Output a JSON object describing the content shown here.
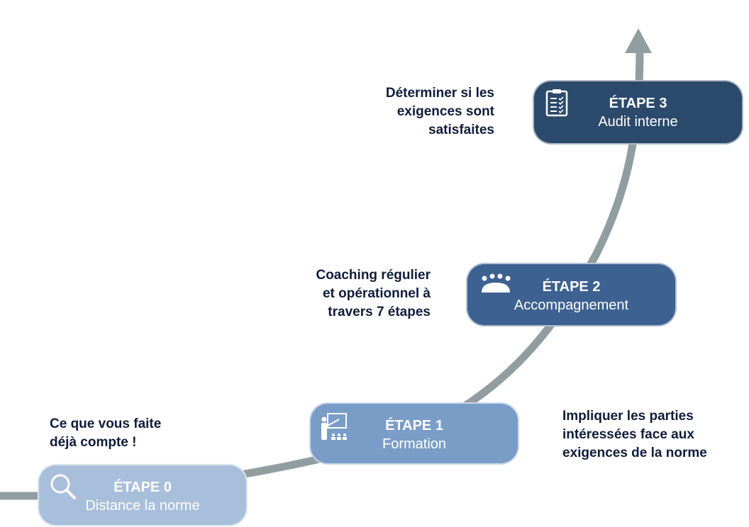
{
  "colors": {
    "path": "#919ea1",
    "step0": "#a8bfdb",
    "step1": "#7a9dc8",
    "step2": "#3d6190",
    "step3": "#2b4a6c",
    "text_dark": "#101c3a"
  },
  "steps": [
    {
      "title": "ÉTAPE 0",
      "subtitle": "Distance la norme",
      "icon": "search-icon",
      "description": [
        "Ce que vous faite",
        "déjà compte !"
      ]
    },
    {
      "title": "ÉTAPE 1",
      "subtitle": "Formation",
      "icon": "presentation-icon",
      "description": [
        "Impliquer les parties",
        "intéressées face aux",
        "exigences de la norme"
      ]
    },
    {
      "title": "ÉTAPE 2",
      "subtitle": "Accompagnement",
      "icon": "group-meeting-icon",
      "description": [
        "Coaching régulier",
        "et opérationnel à",
        "travers 7 étapes"
      ]
    },
    {
      "title": "ÉTAPE 3",
      "subtitle": "Audit interne",
      "icon": "clipboard-checklist-icon",
      "description": [
        "Déterminer si les",
        "exigences sont",
        "satisfaites"
      ]
    }
  ]
}
